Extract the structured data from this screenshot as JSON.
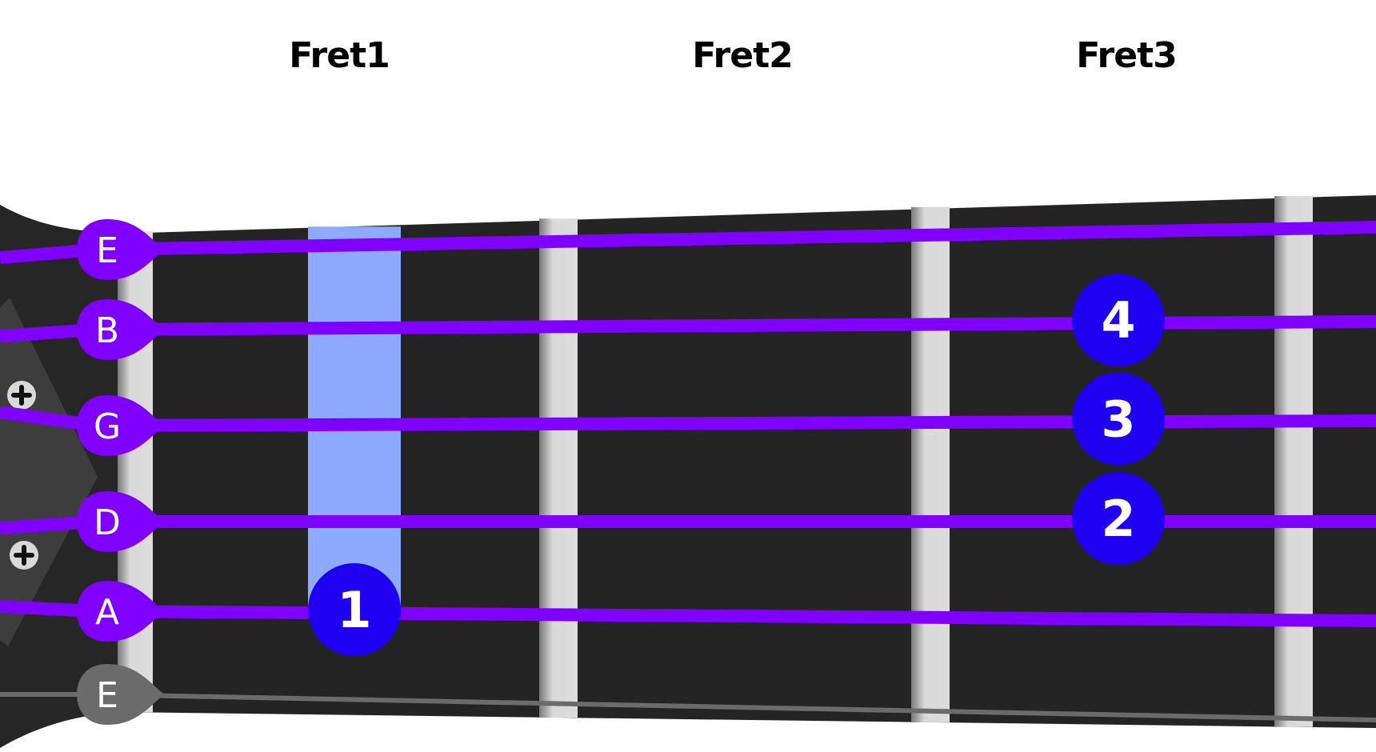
{
  "fret_labels": [
    "Fret1",
    "Fret2",
    "Fret3"
  ],
  "strings": [
    {
      "name": "E",
      "active": true
    },
    {
      "name": "B",
      "active": true
    },
    {
      "name": "G",
      "active": true
    },
    {
      "name": "D",
      "active": true
    },
    {
      "name": "A",
      "active": true
    },
    {
      "name": "E",
      "active": false
    }
  ],
  "barre": {
    "fret": 1,
    "from_string": 1,
    "to_string": 5
  },
  "finger_positions": [
    {
      "finger": "1",
      "string": 5,
      "fret": 1
    },
    {
      "finger": "2",
      "string": 4,
      "fret": 3
    },
    {
      "finger": "3",
      "string": 3,
      "fret": 3
    },
    {
      "finger": "4",
      "string": 2,
      "fret": 3
    }
  ],
  "colors": {
    "fretboard": "#242424",
    "headstock": "#262626",
    "string_active": "#8000ff",
    "string_muted": "#6b6b6b",
    "finger_dot": "#1f00f0",
    "barre": "#8eaaff",
    "fret_wire": "#d8d8d8",
    "label": "#000000"
  },
  "icons": [
    "tuning-screw-icon",
    "tuning-screw-icon"
  ]
}
